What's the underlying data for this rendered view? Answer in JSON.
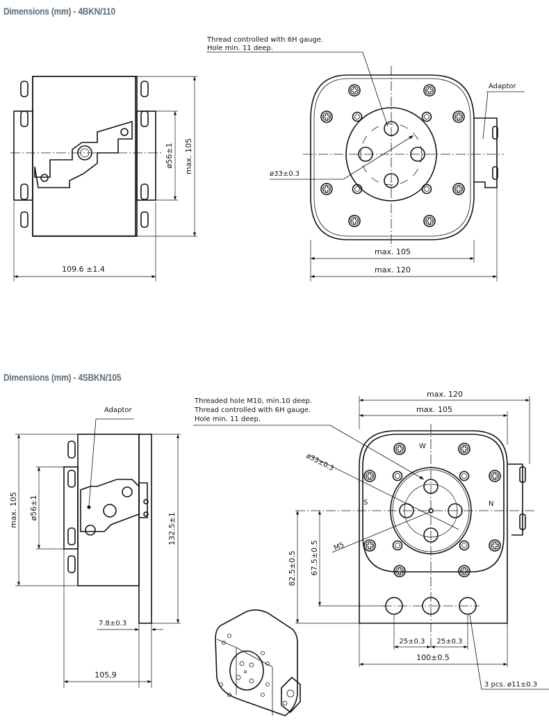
{
  "section1": {
    "title": "Dimensions (mm) - 4BKN/110",
    "callout_line1": "Thread controlled with 6H gauge.",
    "callout_line2": "Hole min. 11 deep.",
    "adaptor_label": "Adaptor",
    "dia56": "ø56±1",
    "max105_side": "max. 105",
    "width_side": "109.6 ±1.4",
    "dia33": "ø33±0.3",
    "max105_front": "max. 105",
    "max120_front": "max. 120"
  },
  "section2": {
    "title": "Dimensions (mm) - 4SBKN/105",
    "adaptor_label": "Adaptor",
    "max105_side": "max. 105",
    "dia56": "ø56±1",
    "height_side": "132.5±1",
    "plate_thickness": "7.8±0.3",
    "depth_side": "105,9",
    "callout_line1": "Threaded hole M10, min.10 deep.",
    "callout_line2": "Thread controlled with 6H gauge.",
    "callout_line3": "Hole min. 11 deep.",
    "max120_front": "max. 120",
    "max105_front": "max. 105",
    "dia33": "ø33±0.3",
    "m5": "M5",
    "dir_w": "W",
    "dir_s": "S",
    "dir_n": "N",
    "height_825": "82.5±0.5",
    "height_675": "67.5±0.5",
    "spacing_left": "25±0.3",
    "spacing_right": "25±0.3",
    "base_width": "100±0.5",
    "holes_callout": "3 pcs. ø11±0.3"
  }
}
